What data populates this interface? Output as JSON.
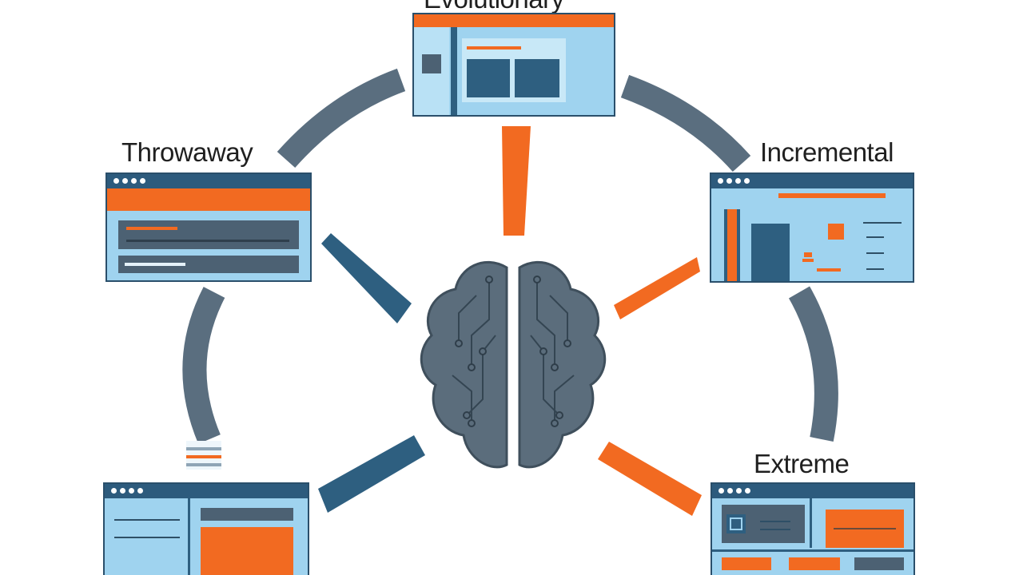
{
  "diagram": {
    "top_label": "Evolutionary",
    "labels": {
      "throwaway": "Throwaway",
      "incremental": "Incremental",
      "extreme": "Extreme"
    },
    "center_icon": "brain-circuit-icon",
    "colors": {
      "orange": "#f26a21",
      "navy": "#2e5f80",
      "slate": "#5a6e7f",
      "window_fill": "#9fd3ef",
      "brain": "#5b6d7c"
    }
  }
}
